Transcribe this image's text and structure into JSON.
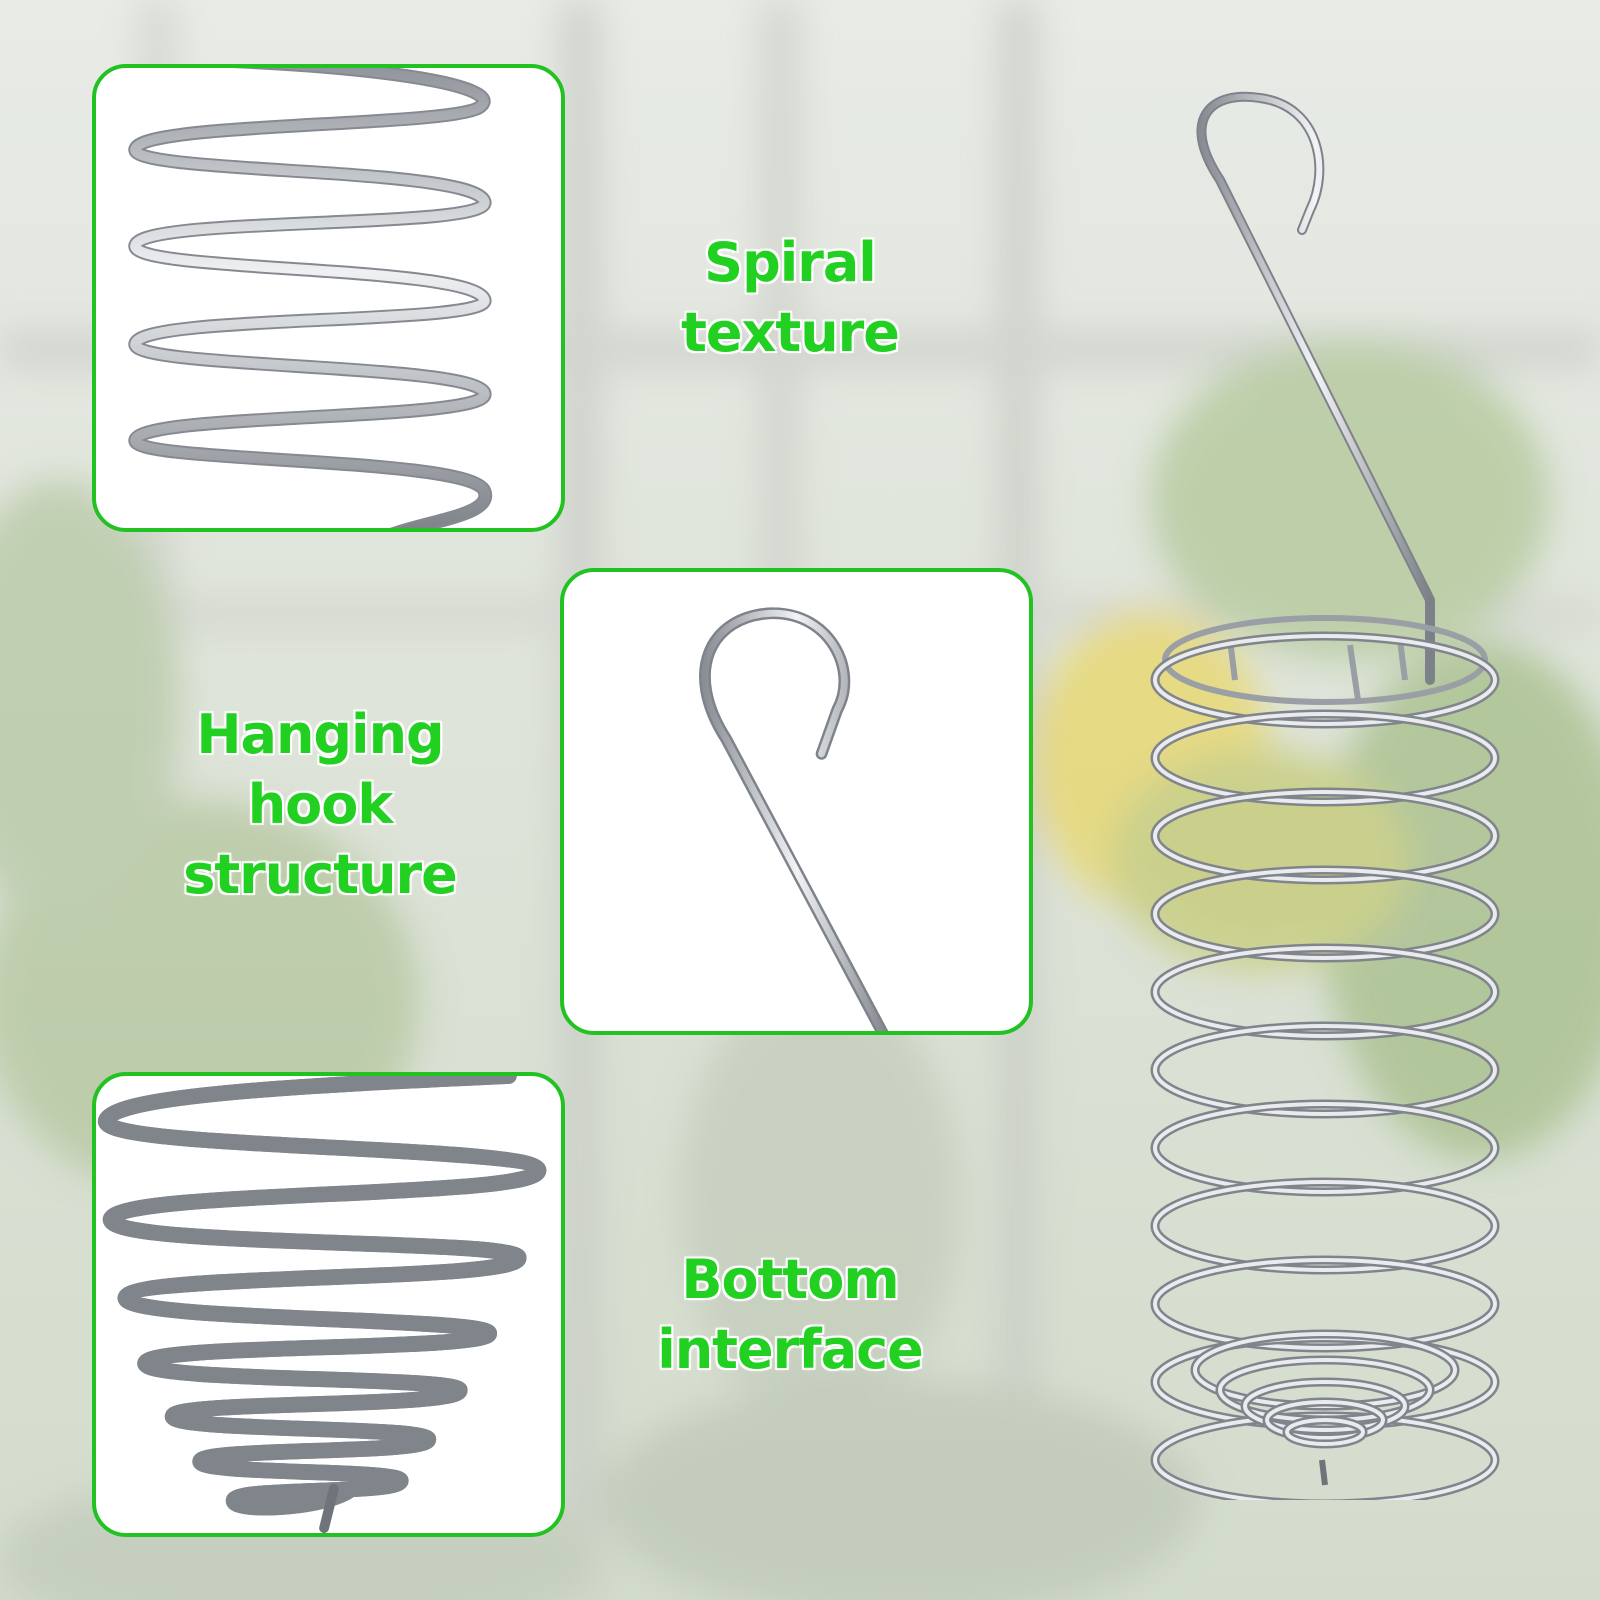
{
  "captions": {
    "spiral": {
      "line1": "Spiral",
      "line2": "texture"
    },
    "hook": {
      "line1": "Hanging",
      "line2": "hook",
      "line3": "structure"
    },
    "bottom": {
      "line1": "Bottom",
      "line2": "interface"
    }
  },
  "colors": {
    "accent_green": "#22c222",
    "caption_green": "#22d022",
    "panel_background": "#ffffff",
    "metal": "#b8bcc2"
  }
}
